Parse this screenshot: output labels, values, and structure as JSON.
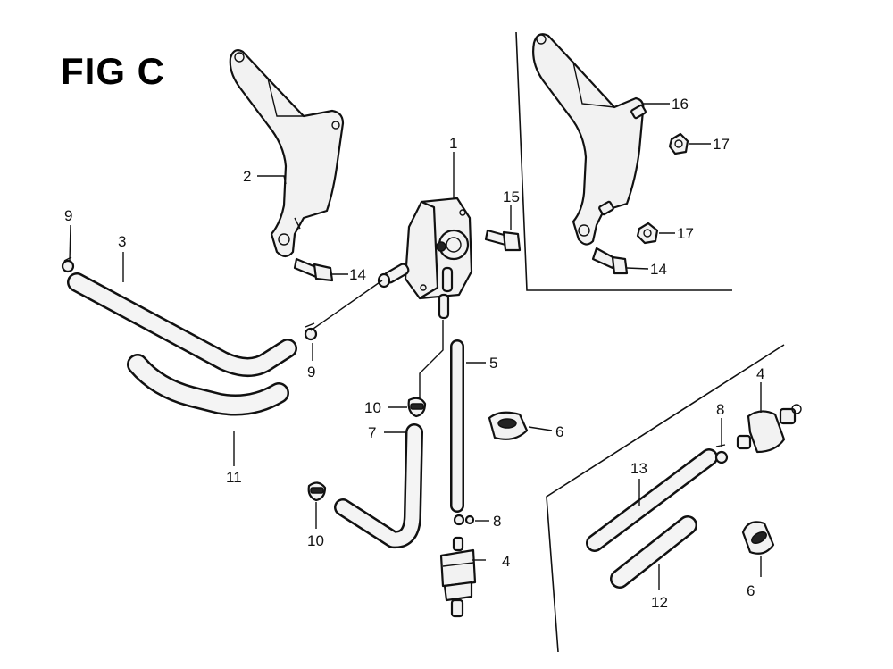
{
  "figure": {
    "title": "FIG C"
  },
  "callouts": {
    "c1": "1",
    "c2": "2",
    "c3": "3",
    "c4a": "4",
    "c4b": "4",
    "c5": "5",
    "c6a": "6",
    "c6b": "6",
    "c7": "7",
    "c8a": "8",
    "c8b": "8",
    "c9a": "9",
    "c9b": "9",
    "c10a": "10",
    "c10b": "10",
    "c11": "11",
    "c12": "12",
    "c13": "13",
    "c14a": "14",
    "c14b": "14",
    "c15": "15",
    "c16": "16",
    "c17a": "17",
    "c17b": "17"
  }
}
